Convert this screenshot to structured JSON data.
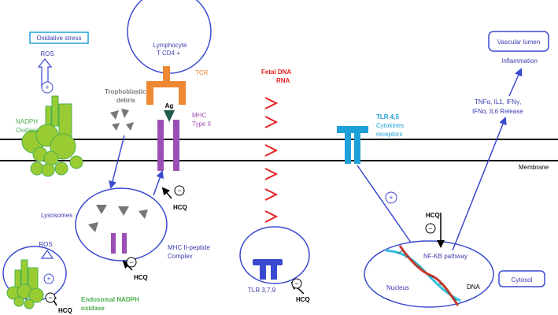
{
  "labels": {
    "oxidative_stress": "Oxidative stress",
    "ros_top": "ROS",
    "nadph_oxidase_l1": "NADPH",
    "nadph_oxidase_l2": "Oxidase",
    "lymphocyte_l1": "Lymphocyte",
    "lymphocyte_l2": "T CD4 +",
    "tcr": "TCR",
    "trophoblastic_l1": "Trophoblastic",
    "trophoblastic_l2": "debris",
    "ag": "Ag",
    "mhc_l1": "MHC",
    "mhc_l2": "Type II",
    "fetal_l1": "Fetal DNA",
    "fetal_l2": "RNA",
    "tlr45_l1": "TLR 4,5",
    "tlr45_l2": "Cytokines",
    "tlr45_l3": "receptors",
    "vascular_l1": "Vascular lumen",
    "inflammation": "Inflammation",
    "release_l1": "TNFα, IL1, IFNγ,",
    "release_l2": "IFNα, IL6 Release",
    "membrane": "Membrane",
    "lysosomes": "Lysosomes",
    "hcq_mhc": "HCQ",
    "hcq_lyso": "HCQ",
    "mhcpep_l1": "MHC II-peptide",
    "mhcpep_l2": "Complex",
    "ros_bottom": "ROS",
    "endosomal_l1": "Endosomal NADPH",
    "endosomal_l2": "oxidase",
    "hcq_endo": "HCQ",
    "tlr379": "TLR 3,7,9",
    "hcq_tlr": "HCQ",
    "hcq_nfkb": "HCQ",
    "nfkb": "NF-KB pathway",
    "nucleus": "Nucleus",
    "dna": "DNA",
    "cytosol": "Cytosol"
  },
  "symbols": {
    "minus": "−",
    "plus": "+"
  },
  "colors": {
    "blue_text": "#3b3bb0",
    "green": "#99cc33",
    "green_stroke": "#4caf50",
    "orange": "#ee8833",
    "purple": "#9b4fb5",
    "red": "#e52222",
    "cyan": "#1ea0d8",
    "dark_blue": "#3a4ad0"
  }
}
